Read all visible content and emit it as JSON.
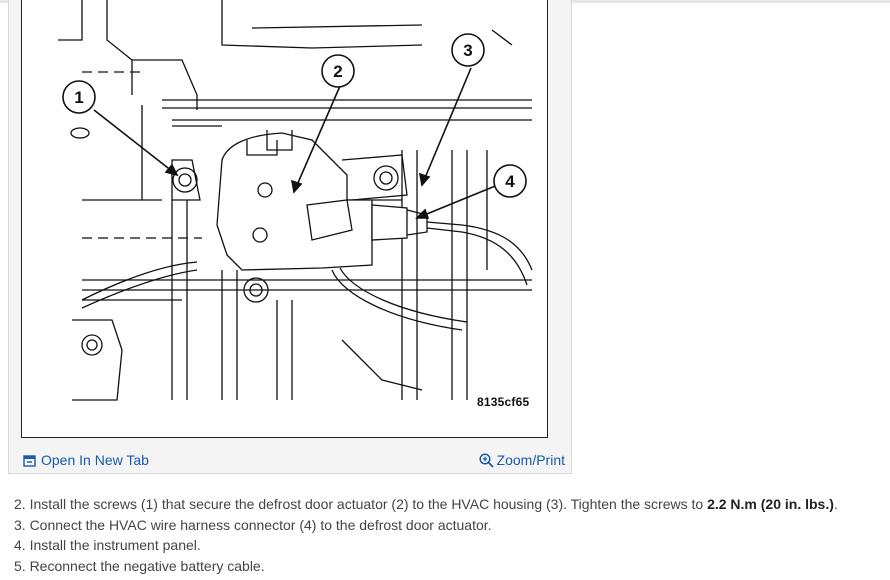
{
  "figure": {
    "callouts": [
      "1",
      "2",
      "3",
      "4"
    ],
    "code": "8135cf65",
    "open_tab_label": "Open In New Tab",
    "zoom_label": "Zoom/Print",
    "open_tab_icon": "open-in-new-tab-icon",
    "zoom_icon": "zoom-in-icon",
    "link_color": "#1a5aa8"
  },
  "steps": [
    {
      "prefix": "2. Install the screws (1) that secure the defrost door actuator (2) to the HVAC housing (3). Tighten the screws to ",
      "bold": "2.2 N.m (20 in. lbs.)",
      "suffix": "."
    },
    {
      "prefix": "3. Connect the HVAC wire harness connector (4) to the defrost door actuator.",
      "bold": "",
      "suffix": ""
    },
    {
      "prefix": "4. Install the instrument panel.",
      "bold": "",
      "suffix": ""
    },
    {
      "prefix": "5. Reconnect the negative battery cable.",
      "bold": "",
      "suffix": ""
    }
  ]
}
